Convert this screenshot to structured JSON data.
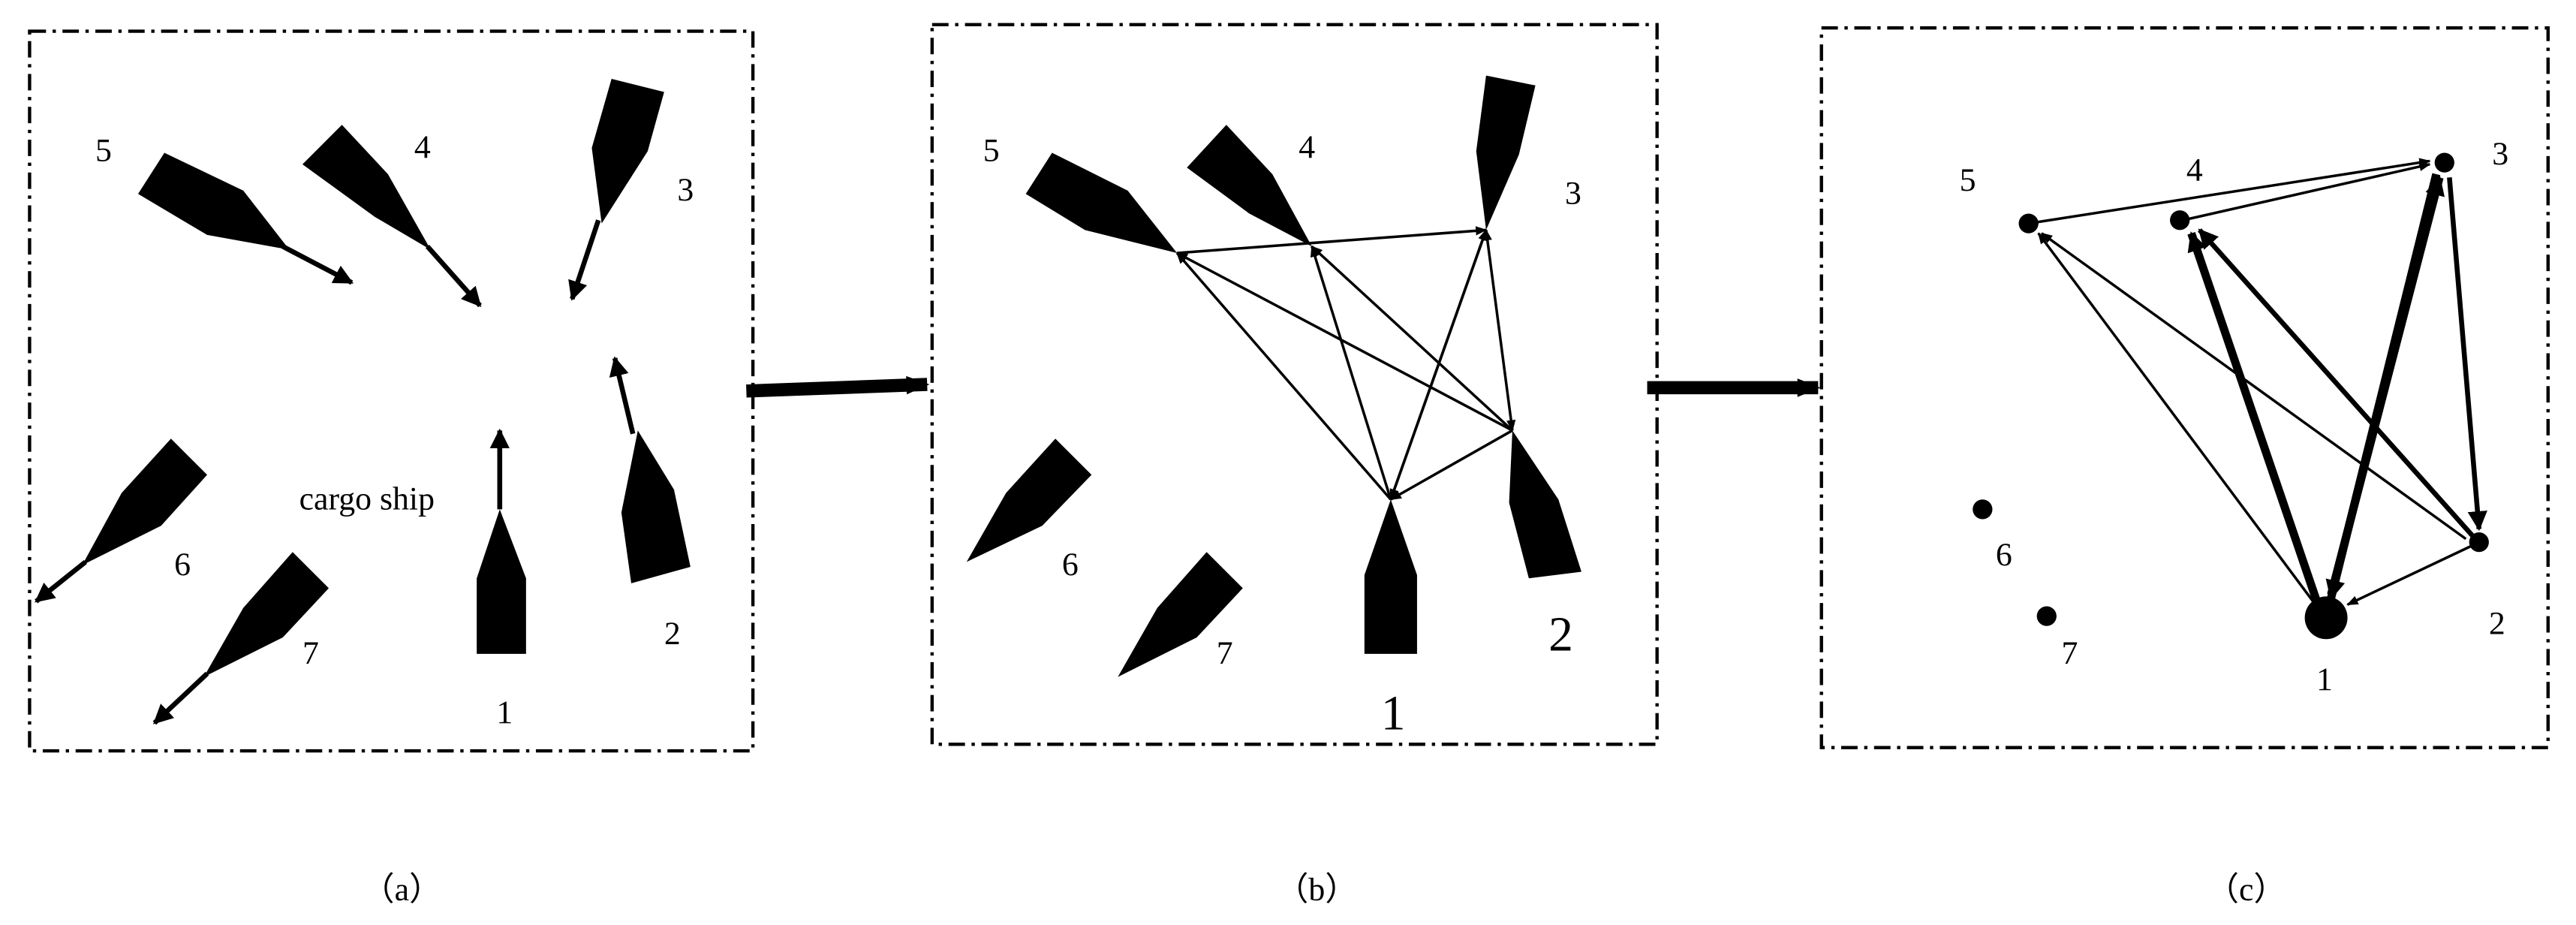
{
  "figure": {
    "panels": [
      {
        "id": "a",
        "caption": "（a）"
      },
      {
        "id": "b",
        "caption": "（b）"
      },
      {
        "id": "c",
        "caption": "（c）"
      }
    ],
    "annotation": "cargo ship",
    "node_labels": [
      "1",
      "2",
      "3",
      "4",
      "5",
      "6",
      "7"
    ]
  },
  "graph_edges": [
    [
      "5",
      "3"
    ],
    [
      "4",
      "3"
    ],
    [
      "1",
      "5"
    ],
    [
      "1",
      "4"
    ],
    [
      "1",
      "3"
    ],
    [
      "2",
      "4"
    ],
    [
      "2",
      "5"
    ],
    [
      "2",
      "1"
    ],
    [
      "2",
      "3"
    ],
    [
      "3",
      "1"
    ],
    [
      "3",
      "2"
    ]
  ],
  "colors": {
    "ink": "#000000",
    "background": "#ffffff"
  }
}
